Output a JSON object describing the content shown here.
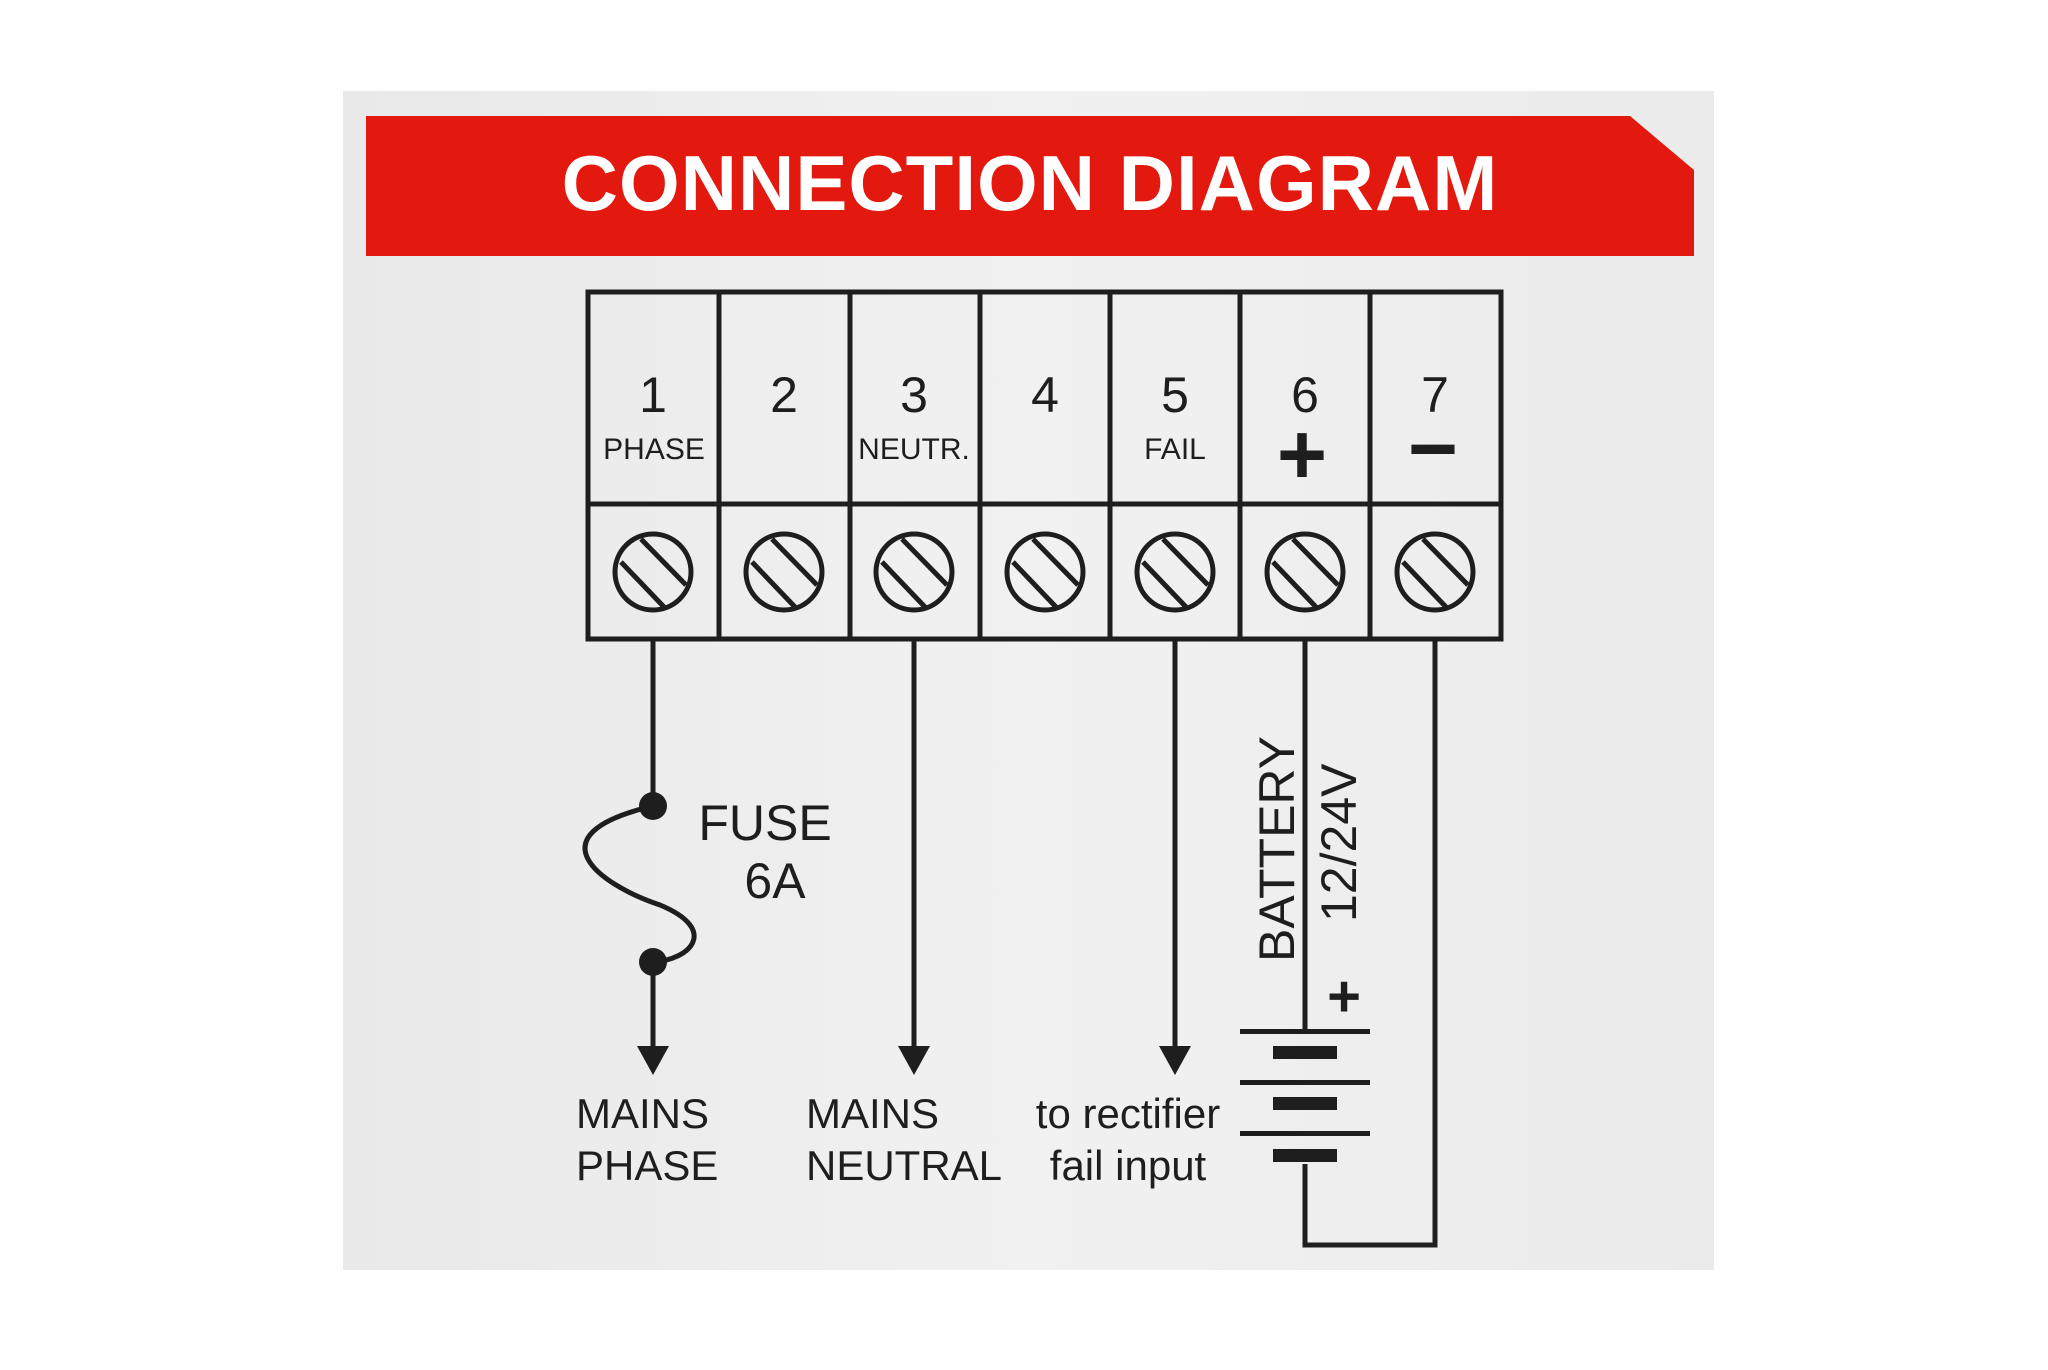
{
  "title": "CONNECTION DIAGRAM",
  "colors": {
    "banner": "#e3190f",
    "ink": "#1e1e1e",
    "panel": "#ededed"
  },
  "terminals": [
    {
      "number": "1",
      "label": "PHASE"
    },
    {
      "number": "2",
      "label": ""
    },
    {
      "number": "3",
      "label": "NEUTR."
    },
    {
      "number": "4",
      "label": ""
    },
    {
      "number": "5",
      "label": "FAIL"
    },
    {
      "number": "6",
      "label": "+"
    },
    {
      "number": "7",
      "label": "−"
    }
  ],
  "fuse": {
    "line1": "FUSE",
    "line2": "6A"
  },
  "outputs": {
    "phase": {
      "line1": "MAINS",
      "line2": "PHASE"
    },
    "neutral": {
      "line1": "MAINS",
      "line2": "NEUTRAL"
    },
    "fail": {
      "line1": "to rectifier",
      "line2": "fail input"
    }
  },
  "battery": {
    "label": "BATTERY",
    "voltage": "12/24V",
    "plus": "+"
  }
}
